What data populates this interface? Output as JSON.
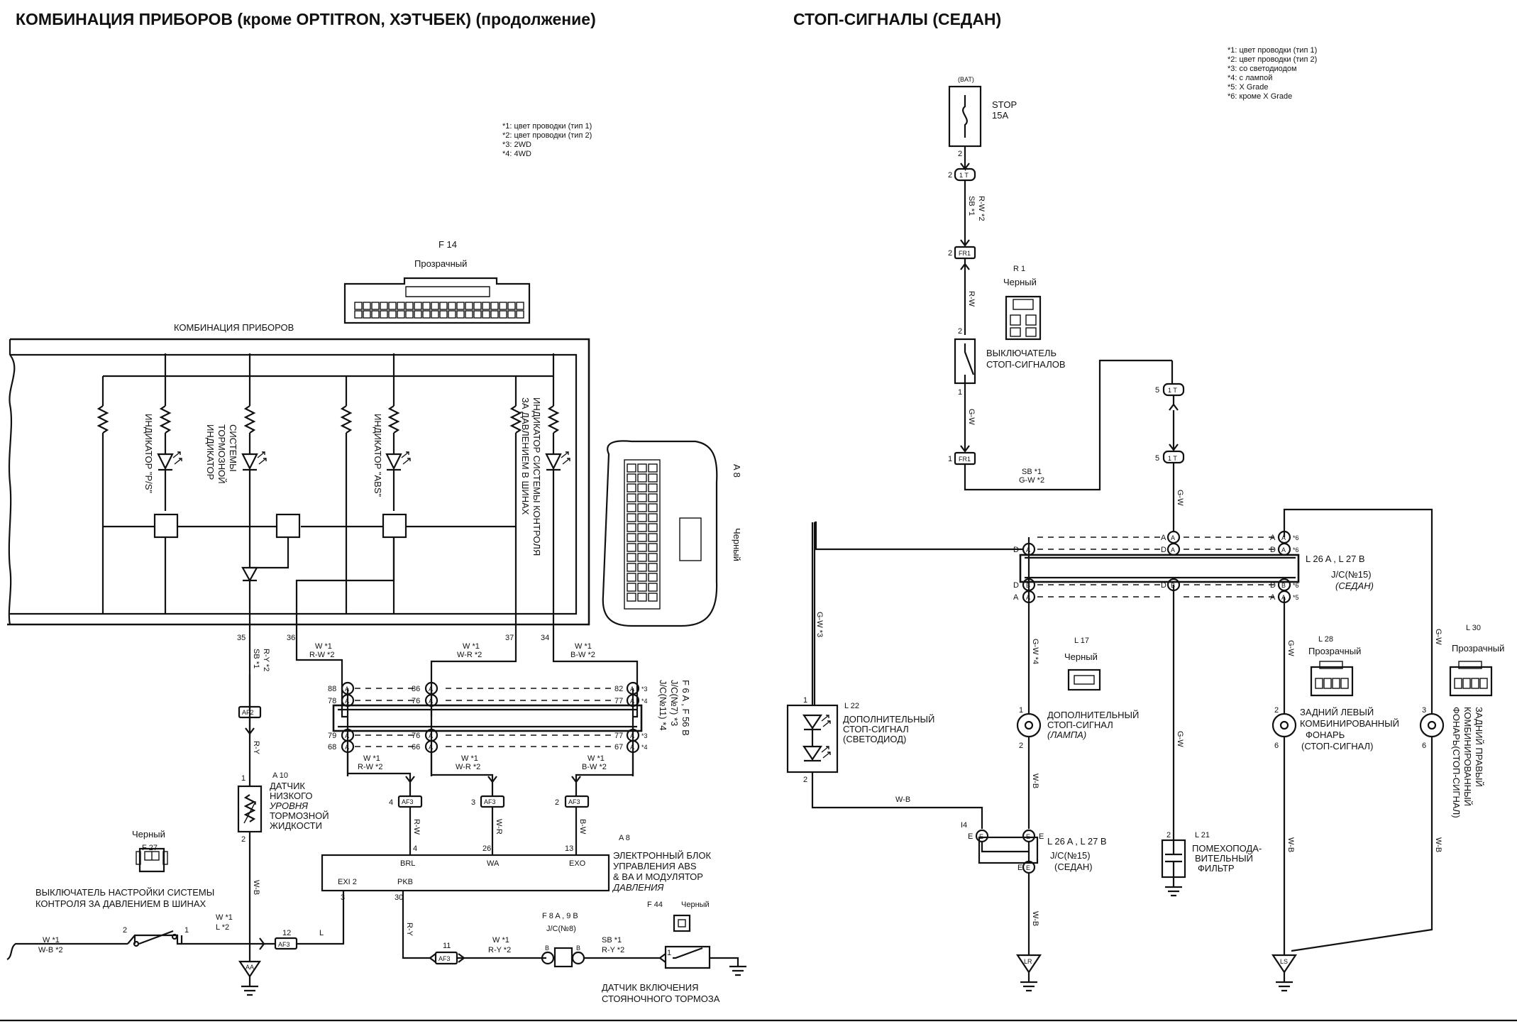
{
  "titles": {
    "left": "КОМБИНАЦИЯ ПРИБОРОВ (кроме OPTITRON, ХЭТЧБЕК) (продолжение)",
    "right": "СТОП-СИГНАЛЫ (СЕДАН)"
  },
  "left_notes": [
    "*1: цвет проводки (тип 1)",
    "*2: цвет проводки (тип 2)",
    "*3: 2WD",
    "*4: 4WD"
  ],
  "right_notes": [
    "*1: цвет проводки (тип 1)",
    "*2: цвет проводки (тип 2)",
    "*3: со светодиодом",
    "*4: с лампой",
    "*5: X Grade",
    "*6: кроме X Grade"
  ],
  "left": {
    "connector_f14": {
      "id": "F 14",
      "color": "Прозрачный"
    },
    "combo_label": "КОМБИНАЦИЯ ПРИБОРОВ",
    "indicators": [
      "ИНДИКАТОР \"P/S\"",
      "ИНДИКАТОР",
      "ТОРМОЗНОЙ",
      "СИСТЕМЫ",
      "ИНДИКАТОР \"ABS\"",
      "ИНДИКАТОР СИСТЕМЫ КОНТРОЛЯ",
      "ЗА ДАВЛЕНИЕМ В ШИНАХ"
    ],
    "connector_a8": {
      "id": "A 8",
      "color": "Черный"
    },
    "pins": {
      "p35": "35",
      "p36": "36",
      "p37": "37",
      "p34": "34"
    },
    "wires": {
      "w36a": "W  *1",
      "w36b": "R-W  *2",
      "w37a": "W  *1",
      "w37b": "W-R  *2",
      "w34a": "W  *1",
      "w34b": "B-W  *2",
      "w35a": "SB  *1",
      "w35b": "R-Y  *2",
      "ry": "R-Y",
      "wb": "W-B",
      "bot1a": "W  *1",
      "bot1b": "R-W  *2",
      "bot2a": "W  *1",
      "bot2b": "W-R  *2",
      "bot3a": "W  *1",
      "bot3b": "B-W  *2",
      "rw": "R-W",
      "wr": "W-R",
      "bw": "B-W",
      "sw_a": "W  *1",
      "sw_b": "L  *2",
      "l": "L",
      "in_a": "W  *1",
      "in_b": "W-B  *2",
      "af13a": "W  *1",
      "af13b": "R-Y  *2",
      "sb_a": "SB  *1",
      "sb_b": "R-Y  *2"
    },
    "jc": {
      "left_top": [
        "88",
        "78"
      ],
      "mid_top": [
        "86",
        "76"
      ],
      "right_top": [
        "82",
        "77"
      ],
      "left_bot": [
        "79",
        "68"
      ],
      "mid_bot": [
        "76",
        "66"
      ],
      "right_bot": [
        "77",
        "67"
      ],
      "a_labels": [
        "A",
        "A",
        "A",
        "A",
        "A",
        "A",
        "A",
        "A",
        "A",
        "A",
        "A",
        "A"
      ],
      "star_top": [
        "*3",
        "*4"
      ],
      "star_bot": [
        "*3",
        "*4"
      ],
      "connector_id": "F 6 A , F 56 B",
      "name1": "J/C(№7) *3",
      "name2": "J/C(№11) *4"
    },
    "af2": "AF2",
    "af3a": "AF3",
    "af3b": "AF3",
    "af3c": "AF3",
    "af3d": "AF3",
    "af3e": "AF3",
    "af3_pins": [
      "4",
      "3",
      "2",
      "12",
      "11"
    ],
    "sensor_a10": {
      "id": "A 10",
      "lines": [
        "ДАТЧИК",
        "НИЗКОГО",
        "УРОВНЯ",
        "ТОРМОЗНОЙ",
        "ЖИДКОСТИ"
      ],
      "pins": [
        "1",
        "2"
      ]
    },
    "connector_f27": {
      "id": "F 27",
      "color": "Черный"
    },
    "switch_label": [
      "ВЫКЛЮЧАТЕЛЬ НАСТРОЙКИ СИСТЕМЫ",
      "КОНТРОЛЯ ЗА ДАВЛЕНИЕМ В ШИНАХ"
    ],
    "switch_pins": [
      "2",
      "1"
    ],
    "ground_a": "AA",
    "ecu": {
      "id": "A 8",
      "pins_top": [
        "4",
        "26",
        "13"
      ],
      "terms_top": [
        "BRL",
        "WA",
        "EXO"
      ],
      "terms_bot": [
        "EXI 2",
        "PKB"
      ],
      "pins_bot": [
        "3",
        "30"
      ],
      "lines": [
        "ЭЛЕКТРОННЫЙ БЛОК",
        "УПРАВЛЕНИЯ ABS",
        "& BA И МОДУЛЯТОР",
        "ДАВЛЕНИЯ"
      ]
    },
    "jc8": {
      "id": "F 8 A , 9 B",
      "name": "J/C(№8)",
      "b": "B",
      "b2": "B"
    },
    "connector_f44": {
      "id": "F 44",
      "color": "Черный"
    },
    "parking": {
      "pin": "1",
      "lines": [
        "ДАТЧИК ВКЛЮЧЕНИЯ",
        "СТОЯНОЧНОГО ТОРМОЗА"
      ]
    }
  },
  "right": {
    "bat": "(BAT)",
    "fuse": {
      "name": "STOP",
      "rating": "15A",
      "pin": "2"
    },
    "conn_1t_a": "1 T",
    "conn_1t_pin": "2",
    "wire_sb": "SB  *1",
    "wire_rw2": "R-W  *2",
    "fr1_top": "FR1",
    "fr1_top_pin": "2",
    "rw": "R-W",
    "connector_r1": {
      "id": "R 1",
      "color": "Черный"
    },
    "switch": {
      "pins": [
        "2",
        "1"
      ],
      "lines": [
        "ВЫКЛЮЧАТЕЛЬ",
        "СТОП-СИГНАЛОВ"
      ]
    },
    "gw": "G-W",
    "fr1_bot": "FR1",
    "fr1_bot_pin": "1",
    "wire_sb_b": "SB  *1",
    "wire_gw2": "G-W  *2",
    "conn_t": [
      "5",
      "5"
    ],
    "conn_t_label": "1 T",
    "gw2": "G-W",
    "jc": {
      "rows": [
        "A",
        "D",
        "D",
        "A"
      ],
      "letters": [
        "A",
        "A",
        "B",
        "B"
      ],
      "right_stars": [
        "*6",
        "*6",
        "*6",
        "*5"
      ],
      "id": "L 26 A , L 27 B",
      "name": "J/C(№15)",
      "name2": "(СЕДАН)"
    },
    "led": {
      "id": "L 22",
      "pins": [
        "1",
        "2"
      ],
      "lines": [
        "ДОПОЛНИТЕЛЬНЫЙ",
        "СТОП-СИГНАЛ",
        "(СВЕТОДИОД)"
      ],
      "wire": "G-W  *3"
    },
    "lamp": {
      "id": "L 17",
      "color": "Черный",
      "pins": [
        "1",
        "2"
      ],
      "lines": [
        "ДОПОЛНИТЕЛЬНЫЙ",
        "СТОП-СИГНАЛ",
        "(ЛАМПА)"
      ],
      "wire": "G-W  *4"
    },
    "filter": {
      "id": "L 21",
      "pin": "2",
      "lines": [
        "ПОМЕХОПОДА-",
        "ВИТЕЛЬНЫЙ",
        "ФИЛЬТР"
      ],
      "wire": "G-W"
    },
    "rear_left": {
      "id": "L 28",
      "color": "Прозрачный",
      "pins": [
        "2",
        "6"
      ],
      "lines": [
        "ЗАДНИЙ ЛЕВЫЙ",
        "КОМБИНИРОВАННЫЙ",
        "ФОНАРЬ",
        "(СТОП-СИГНАЛ)"
      ],
      "wire": "G-W"
    },
    "rear_right": {
      "id": "L 30",
      "color": "Прозрачный",
      "pins": [
        "3",
        "6"
      ],
      "lines": [
        "ЗАДНИЙ ПРАВЫЙ",
        "КОМБИНИРОВАННЫЙ",
        "ФОНАРЬ(СТОП-СИГНАЛ)"
      ],
      "wire": "G-W"
    },
    "wb": "W-B",
    "wb2": "W-B",
    "wb3": "W-B",
    "wb4": "W-B",
    "wb5": "W-B",
    "jc_bot": {
      "id": "L 26 A , L 27 B",
      "name": "J/C(№15)",
      "name2": "(СЕДАН)",
      "letters": [
        "E",
        "E",
        "E"
      ],
      "mark": "I4"
    },
    "grounds": [
      "LR",
      "LS"
    ]
  }
}
